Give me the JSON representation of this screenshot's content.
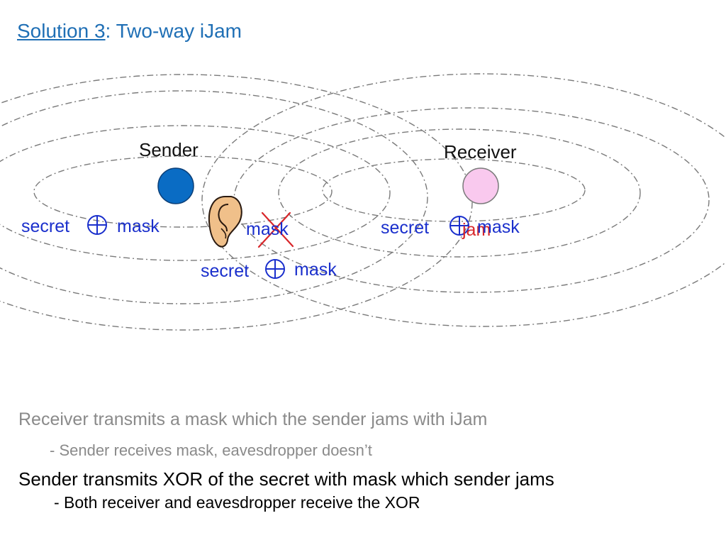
{
  "slide": {
    "title_link": "Solution 3",
    "title_rest": ": Two-way iJam"
  },
  "diagram": {
    "sender_label": "Sender",
    "receiver_label": "Receiver",
    "sender_signal": "secret",
    "sender_mask": "mask",
    "eve_mask": "mask",
    "eve_secret": "secret",
    "eve_secret_mask": "mask",
    "receiver_secret": "secret",
    "receiver_mask": "mask",
    "receiver_jam": "jam",
    "sender_color": "#0a6cc4",
    "receiver_color": "#f9c9ee",
    "xor_color": "#1a2fcc",
    "cross_color": "#d8262a",
    "icons": [
      "xor-icon",
      "ear-icon",
      "cross-icon"
    ]
  },
  "bullets": [
    {
      "text": "Receiver transmits a mask which the sender jams with iJam"
    },
    {
      "text": "- Sender receives mask, eavesdropper doesn’t"
    },
    {
      "text": "Sender transmits XOR of the secret with mask which sender jams"
    },
    {
      "text": "- Both receiver and eavesdropper receive the XOR"
    }
  ]
}
